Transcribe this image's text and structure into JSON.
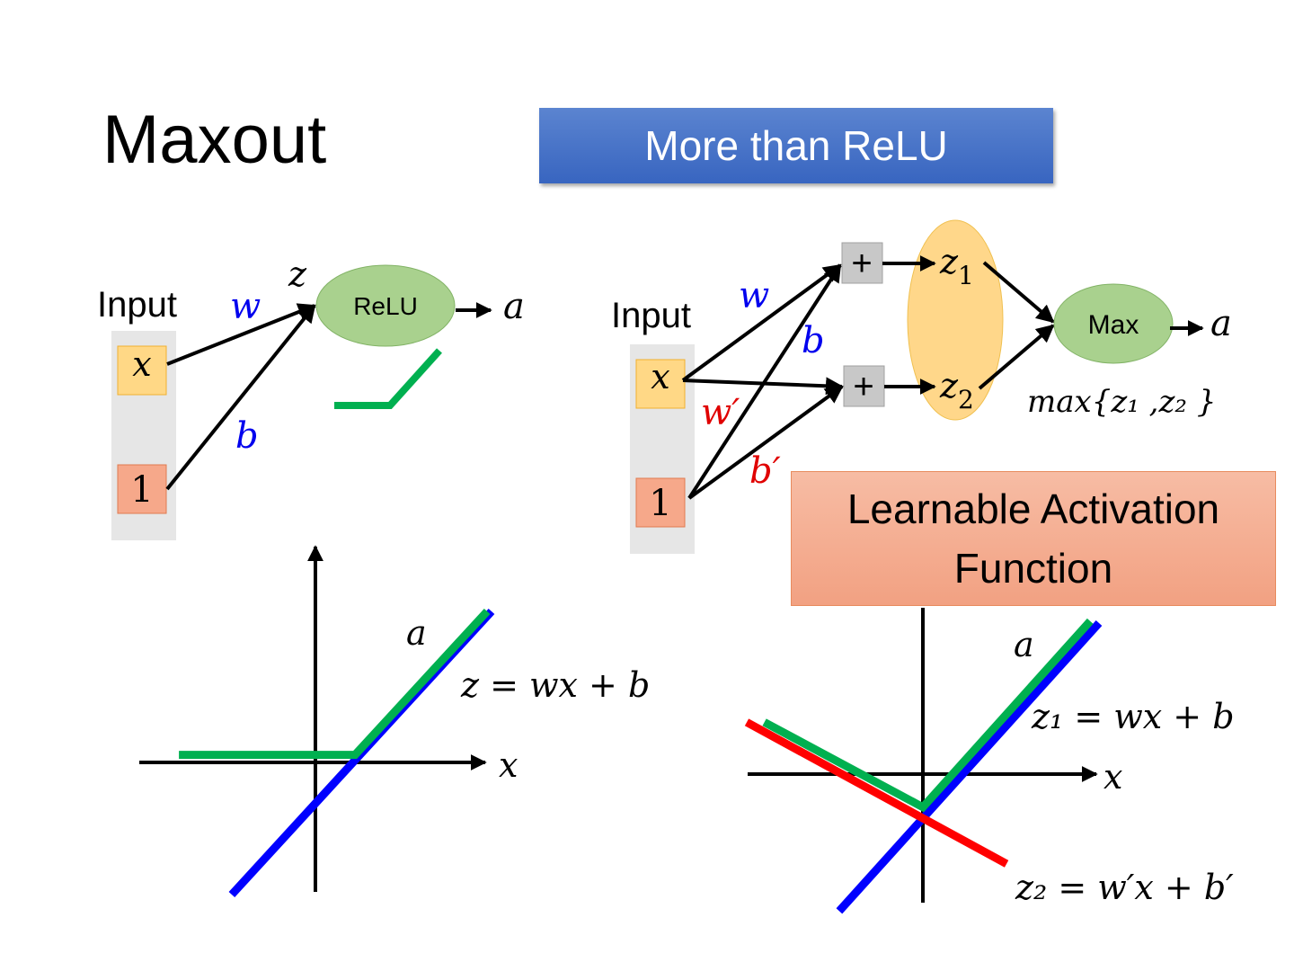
{
  "slide": {
    "title": "Maxout",
    "banner": "More than ReLU",
    "learnable_box": {
      "line1": "Learnable Activation",
      "line2": "Function"
    }
  },
  "left_network": {
    "input_label": "Input",
    "inputs": [
      "x",
      "1"
    ],
    "weights": {
      "w": "w",
      "b": "b"
    },
    "z_label": "z",
    "node_label": "ReLU",
    "output_label": "a"
  },
  "right_network": {
    "input_label": "Input",
    "inputs": [
      "x",
      "1"
    ],
    "weights": {
      "w": "w",
      "b": "b",
      "w_prime": "w′",
      "b_prime": "b′"
    },
    "sum_symbol": "+",
    "z1": "z",
    "z1_sub": "1",
    "z2": "z",
    "z2_sub": "2",
    "node_label": "Max",
    "output_label": "a",
    "formula": "max{z₁ ,z₂ }"
  },
  "colors": {
    "weight_blue": "#0000ee",
    "weight_red": "#e00000",
    "relu_green": "#00b050",
    "line_blue": "#0000ff",
    "line_red": "#ff0000",
    "input_x_fill": "#ffd886",
    "input_1_fill": "#f6a88a",
    "node_fill": "#a9d18e",
    "z_ellipse_fill": "#ffd78a",
    "input_panel": "#e6e6e6",
    "plus_box": "#c0c0c0"
  },
  "chart_data": [
    {
      "type": "line",
      "title": "",
      "xlabel": "x",
      "ylabel": "",
      "grid": false,
      "xlim": [
        -2,
        2
      ],
      "ylim": [
        -1.5,
        2.3
      ],
      "annotations": [
        "a",
        "z = wx + b"
      ],
      "series": [
        {
          "name": "z = wx + b",
          "color": "#0000ff",
          "x": [
            -0.95,
            2.0
          ],
          "y": [
            -1.4,
            1.6
          ]
        },
        {
          "name": "a (ReLU)",
          "color": "#00b050",
          "x": [
            -1.55,
            0.45,
            1.95
          ],
          "y": [
            0.08,
            0.08,
            1.6
          ]
        }
      ]
    },
    {
      "type": "line",
      "title": "",
      "xlabel": "x",
      "ylabel": "",
      "grid": false,
      "xlim": [
        -2,
        2
      ],
      "ylim": [
        -1.5,
        2.0
      ],
      "annotations": [
        "a",
        "z₁ = wx + b",
        "z₂ = w′x + b′"
      ],
      "series": [
        {
          "name": "z₁ = wx + b",
          "color": "#0000ff",
          "x": [
            -0.95,
            2.0
          ],
          "y": [
            -1.45,
            1.6
          ]
        },
        {
          "name": "z₂ = w′x + b′",
          "color": "#ff0000",
          "x": [
            -2.0,
            0.95
          ],
          "y": [
            0.55,
            -0.95
          ]
        },
        {
          "name": "a = max{z₁, z₂}",
          "color": "#00b050",
          "x": [
            -1.8,
            0.0,
            1.9
          ],
          "y": [
            0.55,
            -0.35,
            1.62
          ]
        }
      ]
    }
  ]
}
